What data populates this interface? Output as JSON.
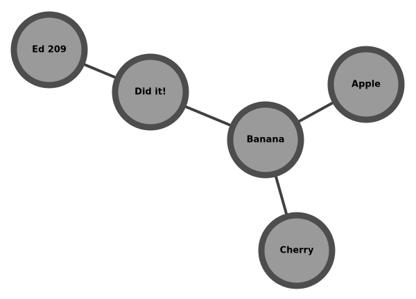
{
  "graph": {
    "nodes": [
      {
        "id": "ed209",
        "label": "Ed 209"
      },
      {
        "id": "didit",
        "label": "Did it!"
      },
      {
        "id": "banana",
        "label": "Banana"
      },
      {
        "id": "apple",
        "label": "Apple"
      },
      {
        "id": "cherry",
        "label": "Cherry"
      }
    ],
    "edges": [
      {
        "source": "ed209",
        "target": "didit"
      },
      {
        "source": "didit",
        "target": "banana"
      },
      {
        "source": "banana",
        "target": "apple"
      },
      {
        "source": "banana",
        "target": "cherry"
      }
    ],
    "colors": {
      "node_fill": "#9a9a9a",
      "node_stroke": "#4d4d4d",
      "edge": "#404040",
      "label": "#000000"
    }
  }
}
